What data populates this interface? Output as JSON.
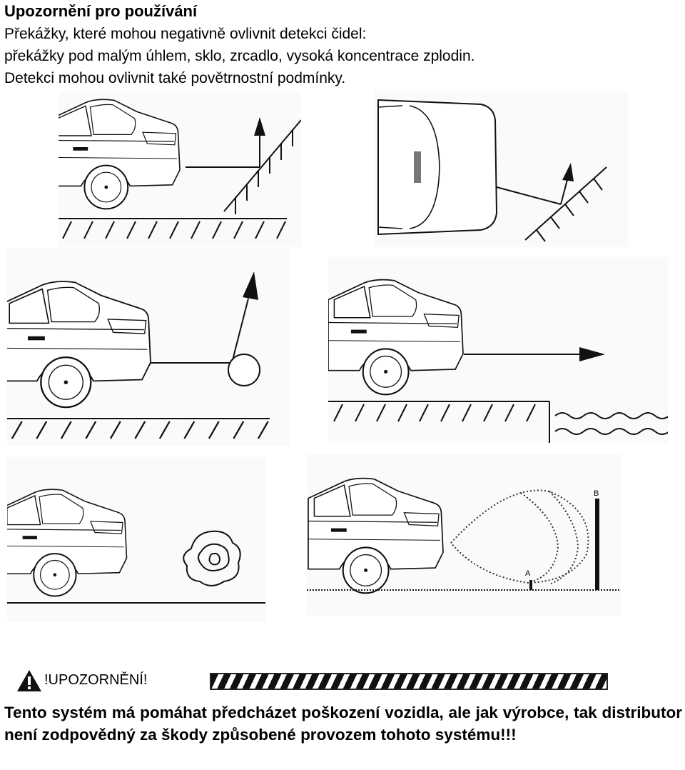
{
  "heading": "Upozornění pro používání",
  "intro_lines": [
    "Překážky, které mohou negativně ovlivnit detekci čidel:",
    "překážky pod malým úhlem, sklo, zrcadlo, vysoká koncentrace zplodin.",
    "Detekci mohou ovlivnit také povětrnostní podmínky."
  ],
  "figures": {
    "detection_zone": {
      "label_a": "A",
      "label_b": "B"
    }
  },
  "warning": {
    "icon": "warning-triangle-icon",
    "label": "!UPOZORNĚNÍ!"
  },
  "footer_text": "Tento systém má pomáhat předcházet poškození vozidla, ale jak výrobce, tak distributor není zodpovědný za škody způsobené provozem tohoto systému!!!"
}
